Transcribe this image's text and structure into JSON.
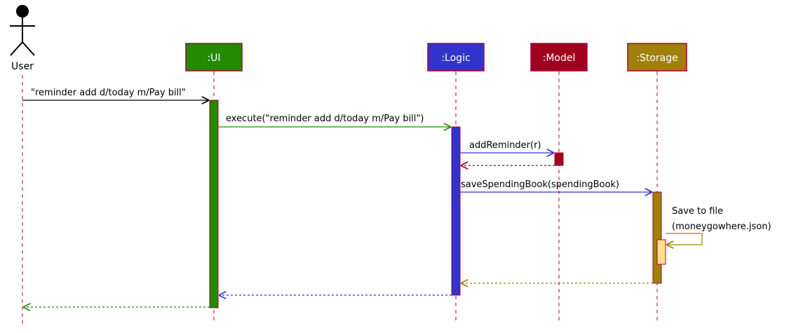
{
  "actor": {
    "label": "User"
  },
  "participants": {
    "ui": {
      "label": ":UI",
      "color": "#228B00"
    },
    "logic": {
      "label": ":Logic",
      "color": "#3333CC"
    },
    "model": {
      "label": ":Model",
      "color": "#A0001E"
    },
    "storage": {
      "label": ":Storage",
      "color": "#A0800A"
    }
  },
  "border_color": "#A80036",
  "self_activation_fill": "#FFE08A",
  "messages": {
    "user_to_ui": "\"reminder add d/today m/Pay bill\"",
    "ui_to_logic": "execute(\"reminder add d/today m/Pay bill\")",
    "logic_to_model": "addReminder(r)",
    "logic_to_storage": "saveSpendingBook(spendingBook)",
    "storage_self_line1": "Save to file",
    "storage_self_line2": "(moneygowhere.json)"
  }
}
